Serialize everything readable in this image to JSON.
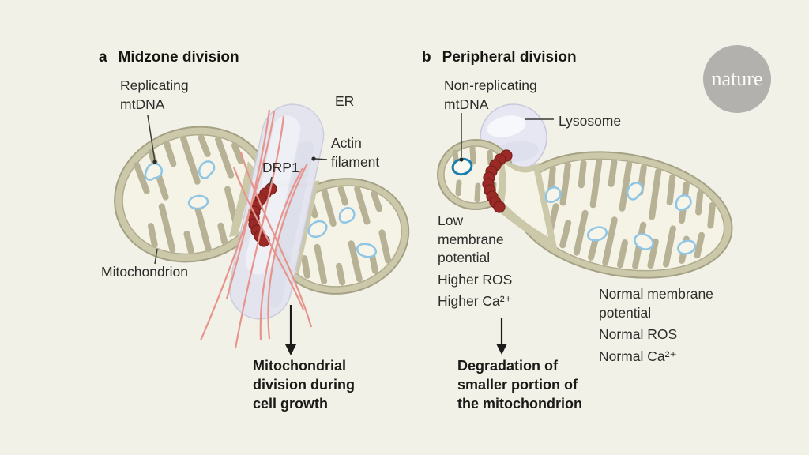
{
  "figure": {
    "background": "#f2f1e8",
    "brand": {
      "name": "nature",
      "circle_color": "#b3b1ad",
      "text_color": "#fdfcf9"
    },
    "panel_a": {
      "key": "a",
      "title": "Midzone division",
      "labels": {
        "replicating_mtdna": "Replicating\nmtDNA",
        "er": "ER",
        "actin_filament": "Actin\nfilament",
        "drp1": "DRP1",
        "mitochondrion": "Mitochondrion"
      },
      "callout": "Mitochondrial\ndivision during\ncell growth"
    },
    "panel_b": {
      "key": "b",
      "title": "Peripheral division",
      "labels": {
        "nonreplicating_mtdna": "Non-replicating\nmtDNA",
        "lysosome": "Lysosome",
        "low_membrane_potential": "Low\nmembrane\npotential",
        "higher_ros": "Higher ROS",
        "higher_ca": "Higher Ca²⁺",
        "normal_membrane_potential": "Normal membrane\npotential",
        "normal_ros": "Normal ROS",
        "normal_ca": "Normal Ca²⁺"
      },
      "callout": "Degradation of\nsmaller portion of\nthe mitochondrion"
    },
    "colors": {
      "membrane": "#ccc8aa",
      "membrane_line": "#a6a184",
      "matrix": "#f5f3e6",
      "cristae": "#b7b296",
      "mtdna_replicating": "#8fc6e6",
      "mtdna_nonreplicating": "#1b7fae",
      "drp1_ring": "#9b2a26",
      "er_tube": "#e3e4ef",
      "actin_filament": "#e6958d",
      "lysosome": "#e6e7f2",
      "annotation": "#2e2c29"
    }
  }
}
